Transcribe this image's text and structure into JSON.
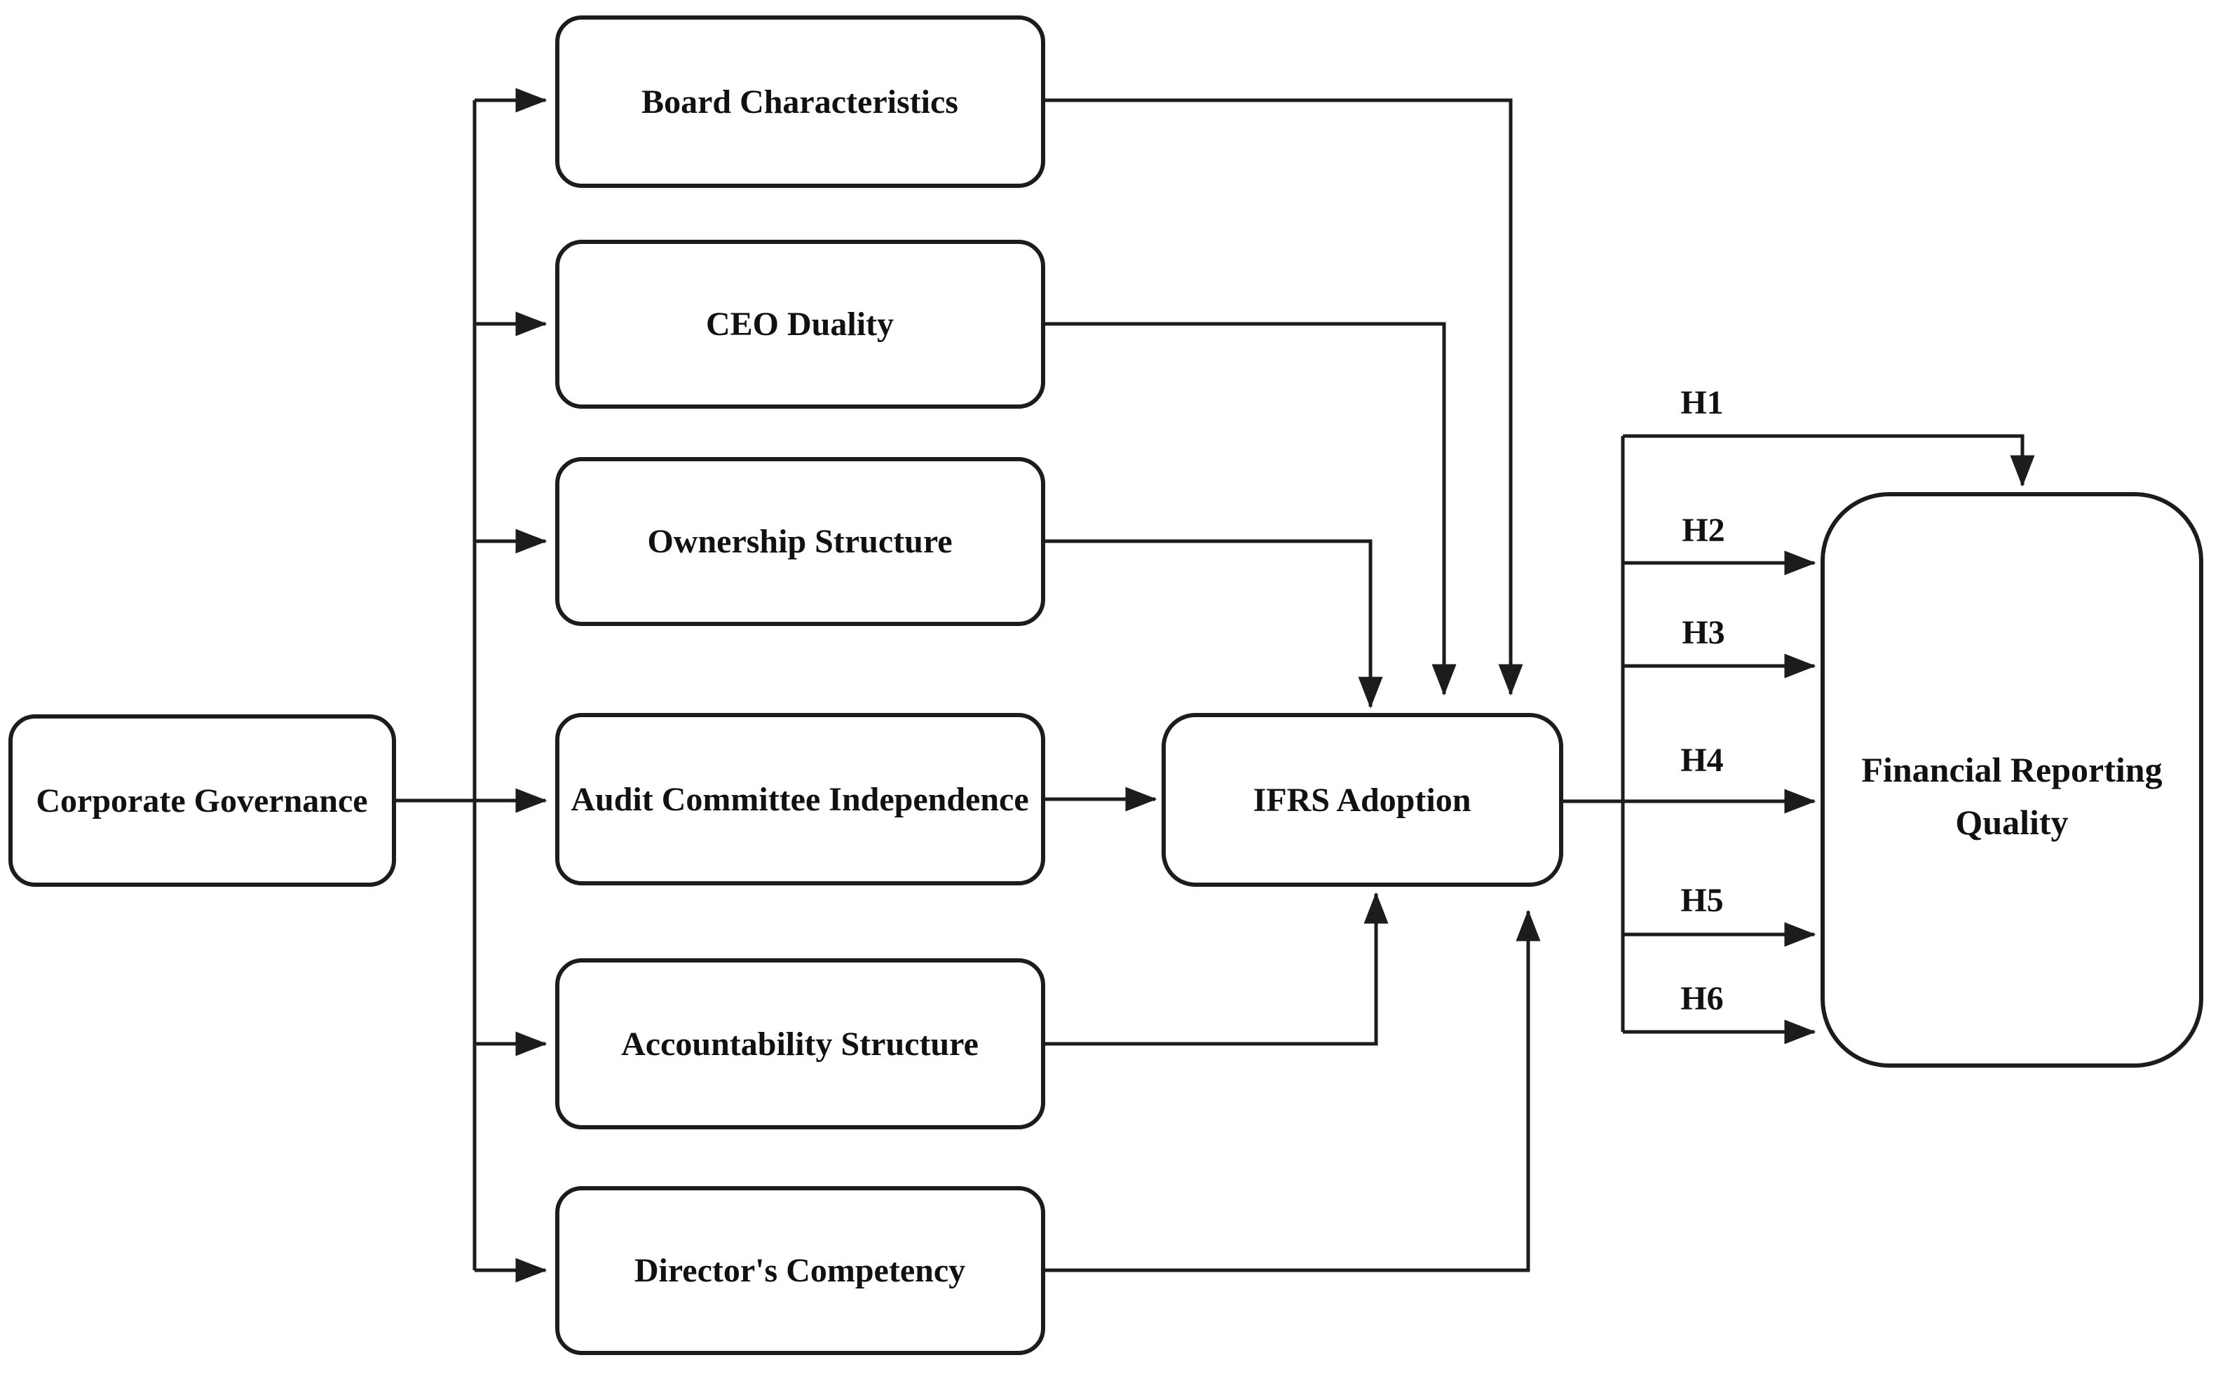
{
  "diagram": {
    "type": "conceptual-framework-flowchart",
    "background": "#ffffff",
    "colors": {
      "line": "#1c1c1c",
      "node_fill": "#ffffff",
      "text": "#111111"
    },
    "nodes": [
      {
        "id": "corporate-governance",
        "label": "Corporate Governance"
      },
      {
        "id": "board-characteristics",
        "label": "Board Characteristics"
      },
      {
        "id": "ceo-duality",
        "label": "CEO Duality"
      },
      {
        "id": "ownership-structure",
        "label": "Ownership Structure"
      },
      {
        "id": "audit-committee-independence",
        "label": "Audit Committee Independence"
      },
      {
        "id": "accountability-structure",
        "label": "Accountability Structure"
      },
      {
        "id": "directors-competency",
        "label": "Director's Competency"
      },
      {
        "id": "ifrs-adoption",
        "label": "IFRS Adoption"
      },
      {
        "id": "financial-reporting-quality",
        "label": "Financial Reporting Quality",
        "line1": "Financial Reporting",
        "line2": "Quality"
      }
    ],
    "hypotheses": [
      {
        "label": "H1"
      },
      {
        "label": "H2"
      },
      {
        "label": "H3"
      },
      {
        "label": "H4"
      },
      {
        "label": "H5"
      },
      {
        "label": "H6"
      }
    ],
    "edges": [
      {
        "from": "Corporate Governance",
        "to": "Board Characteristics"
      },
      {
        "from": "Corporate Governance",
        "to": "CEO Duality"
      },
      {
        "from": "Corporate Governance",
        "to": "Ownership Structure"
      },
      {
        "from": "Corporate Governance",
        "to": "Audit Committee Independence"
      },
      {
        "from": "Corporate Governance",
        "to": "Accountability Structure"
      },
      {
        "from": "Corporate Governance",
        "to": "Director's Competency"
      },
      {
        "from": "Board Characteristics",
        "to": "IFRS Adoption"
      },
      {
        "from": "CEO Duality",
        "to": "IFRS Adoption"
      },
      {
        "from": "Ownership Structure",
        "to": "IFRS Adoption"
      },
      {
        "from": "Audit Committee Independence",
        "to": "IFRS Adoption"
      },
      {
        "from": "Accountability Structure",
        "to": "IFRS Adoption"
      },
      {
        "from": "Director's Competency",
        "to": "IFRS Adoption"
      },
      {
        "from": "IFRS Adoption",
        "to": "Financial Reporting Quality",
        "labels": [
          "H1",
          "H2",
          "H3",
          "H4",
          "H5",
          "H6"
        ]
      }
    ]
  }
}
